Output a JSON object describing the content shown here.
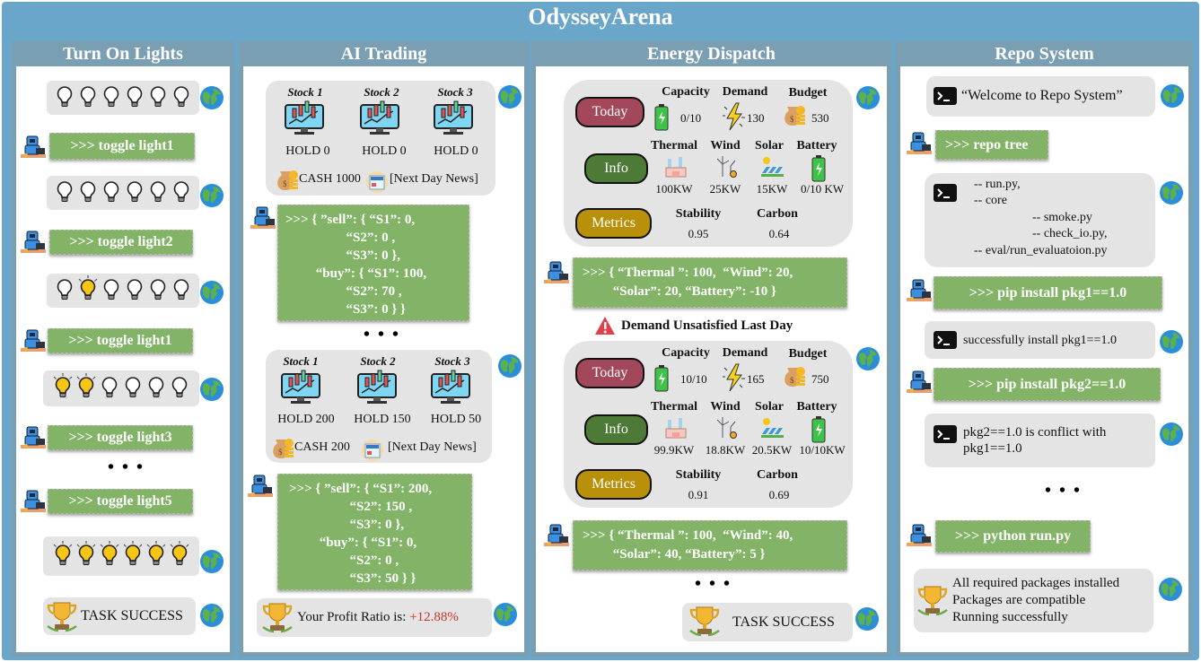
{
  "title": "OdysseyArena",
  "panels": {
    "lights": {
      "header": "Turn On Lights",
      "bulb_states": [
        [
          0,
          0,
          0,
          0,
          0,
          0
        ],
        [
          0,
          0,
          0,
          0,
          0,
          0
        ],
        [
          0,
          1,
          0,
          0,
          0,
          0
        ],
        [
          1,
          1,
          0,
          0,
          0,
          0
        ],
        [
          1,
          1,
          1,
          1,
          1,
          1
        ]
      ],
      "actions": [
        ">>> toggle light1",
        ">>> toggle light2",
        ">>> toggle light1",
        ">>> toggle light3",
        ">>> toggle light5"
      ],
      "ellipsis": "• • •",
      "result": "TASK SUCCESS"
    },
    "trading": {
      "header": "AI Trading",
      "stocks": [
        "Stock 1",
        "Stock 2",
        "Stock 3"
      ],
      "state1": {
        "holds": [
          "HOLD 0",
          "HOLD 0",
          "HOLD 0"
        ],
        "cash": "CASH 1000",
        "news": "[Next Day News]"
      },
      "action1": [
        ">>> { ”sell”: { “S1”: 0,",
        "                  “S2”: 0 ,",
        "                  “S3”: 0 },",
        "         “buy”: { “S1”: 100,",
        "                  “S2”: 70 ,",
        "                  “S3”: 0 } }"
      ],
      "ellipsis": "• • •",
      "state2": {
        "holds": [
          "HOLD 200",
          "HOLD 150",
          "HOLD 50"
        ],
        "cash": "CASH 200",
        "news": "[Next Day News]"
      },
      "action2": [
        ">>> { ”sell”: { “S1”: 200,",
        "                  “S2”: 150 ,",
        "                  “S3”: 0 },",
        "         “buy”: { “S1”: 0,",
        "                  “S2”: 0 ,",
        "                  “S3”: 50 } }"
      ],
      "result_label": "Your Profit Ratio is: ",
      "result_value": "+12.88%",
      "result_color": "#c0392b"
    },
    "energy": {
      "header": "Energy Dispatch",
      "pills": {
        "today": "Today",
        "info": "Info",
        "metrics": "Metrics"
      },
      "labels": {
        "capacity": "Capacity",
        "demand": "Demand",
        "budget": "Budget",
        "thermal": "Thermal",
        "wind": "Wind",
        "solar": "Solar",
        "battery": "Battery",
        "stability": "Stability",
        "carbon": "Carbon"
      },
      "state1": {
        "capacity": "0/10",
        "demand": "130",
        "budget": "530",
        "thermal": "100KW",
        "wind": "25KW",
        "solar": "15KW",
        "battery": "0/10 KW",
        "stability": "0.95",
        "carbon": "0.64"
      },
      "action1": [
        ">>> { “Thermal ”: 100,  “Wind”: 20,",
        "         “Solar”: 20, “Battery”: -10 }"
      ],
      "warning": "Demand Unsatisfied Last Day",
      "state2": {
        "capacity": "10/10",
        "demand": "165",
        "budget": "750",
        "thermal": "99.9KW",
        "wind": "18.8KW",
        "solar": "20.5KW",
        "battery": "10/10KW",
        "stability": "0.91",
        "carbon": "0.69"
      },
      "action2": [
        ">>> { “Thermal ”: 100,  “Wind”: 40,",
        "         “Solar”: 40, “Battery”: 5 }"
      ],
      "ellipsis": "• • •",
      "result": "TASK SUCCESS"
    },
    "repo": {
      "header": "Repo System",
      "welcome": "“Welcome to Repo System”",
      "action1": ">>>  repo tree",
      "tree": [
        "-- run.py,",
        "-- core",
        "-- smoke.py",
        "-- check_io.py,",
        "-- eval/run_evaluatoion.py"
      ],
      "action2": ">>> pip install pkg1==1.0",
      "obs2": "successfully install pkg1==1.0",
      "action3": ">>> pip install pkg2==1.0",
      "obs3": [
        "pkg2==1.0 is conflict with",
        "pkg1==1.0"
      ],
      "ellipsis": "• • •",
      "action4": ">>> python run.py",
      "result": [
        "All required packages installed",
        "Packages are compatible",
        "Running successfully"
      ]
    }
  },
  "colors": {
    "frame": "#6aa6c9",
    "panel_header": "#7a9fb2",
    "action_green": "#82b366",
    "today": "#a3485a",
    "info": "#4e7a37",
    "metrics": "#b8900a"
  }
}
